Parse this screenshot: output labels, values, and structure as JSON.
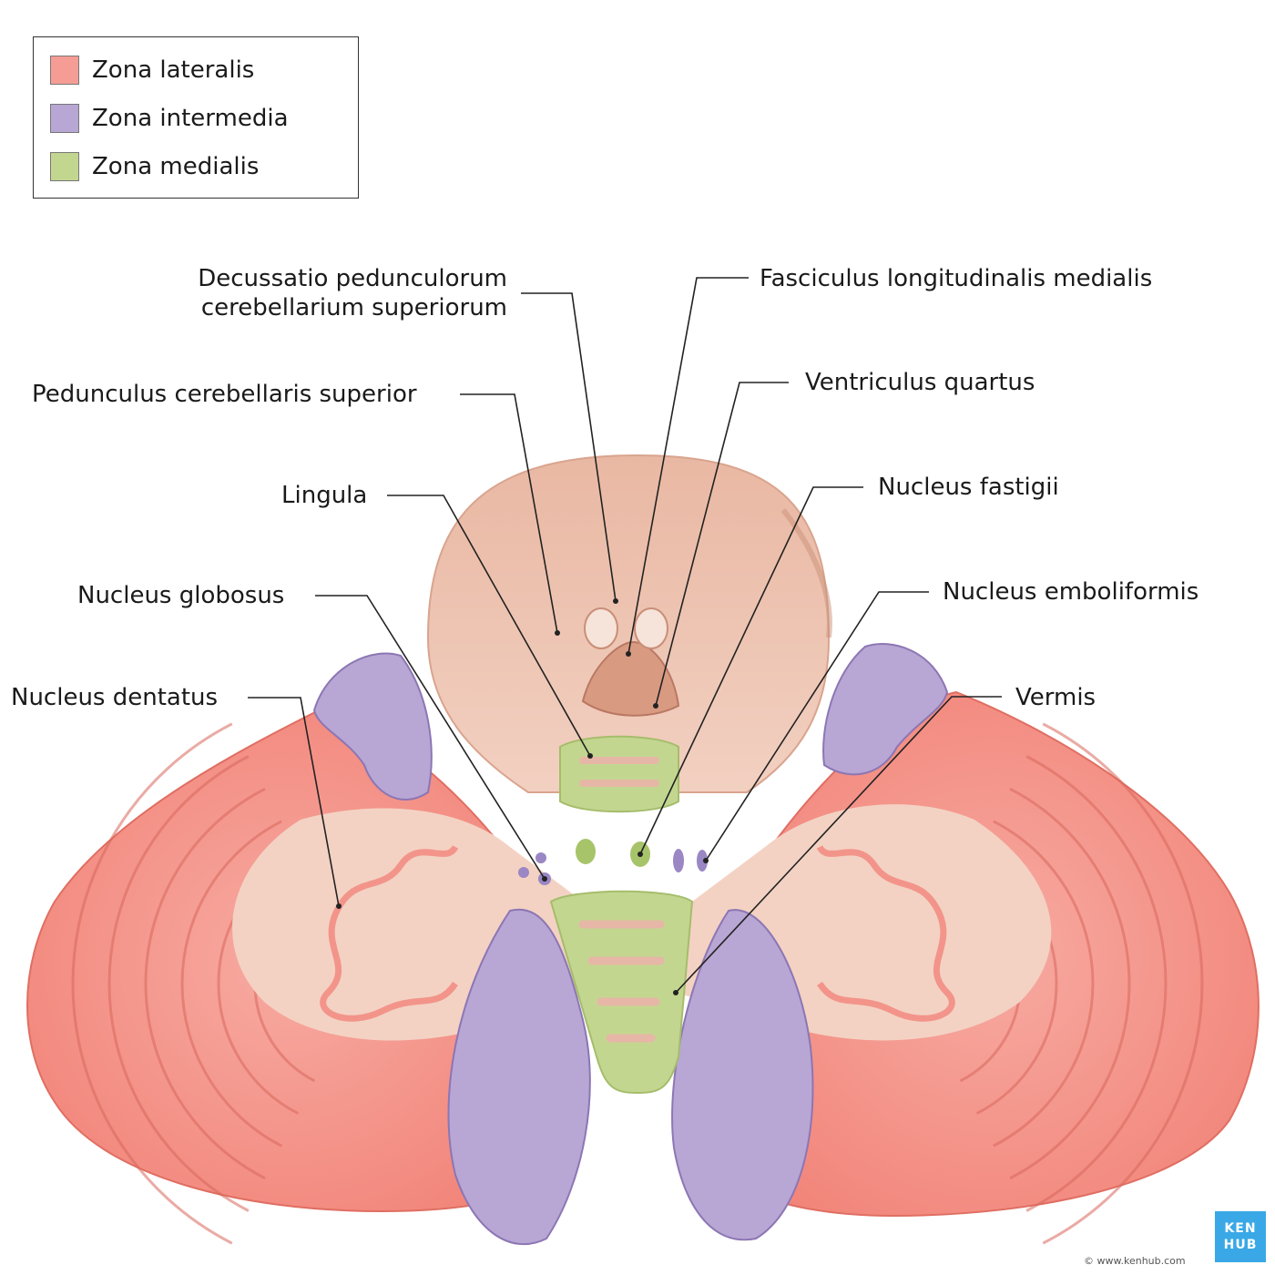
{
  "legend": {
    "items": [
      {
        "label": "Zona lateralis",
        "color": "#f59d94"
      },
      {
        "label": "Zona intermedia",
        "color": "#b8a6d4"
      },
      {
        "label": "Zona medialis",
        "color": "#c3d690"
      }
    ]
  },
  "labels": {
    "decussatio_line1": "Decussatio pedunculorum",
    "decussatio_line2": "cerebellarium superiorum",
    "fasciculus": "Fasciculus longitudinalis medialis",
    "pedunculus": "Pedunculus cerebellaris superior",
    "ventriculus": "Ventriculus quartus",
    "lingula": "Lingula",
    "fastigii": "Nucleus fastigii",
    "globosus": "Nucleus globosus",
    "emboliformis": "Nucleus emboliformis",
    "dentatus": "Nucleus dentatus",
    "vermis": "Vermis"
  },
  "branding": {
    "logo_line1": "KEN",
    "logo_line2": "HUB",
    "credit": "© www.kenhub.com"
  },
  "colors": {
    "lateral": "#f59d94",
    "intermediate": "#b8a6d4",
    "medial": "#c3d690",
    "white_matter": "#f3d2c3",
    "brainstem": "#efc7b4",
    "leader": "#222222"
  }
}
